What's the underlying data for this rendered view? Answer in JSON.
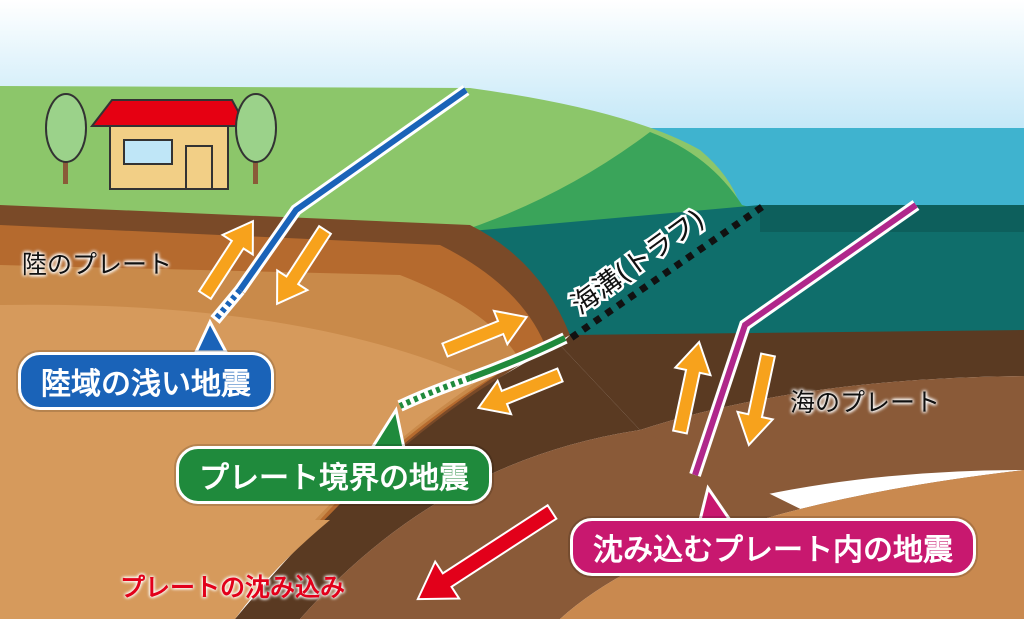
{
  "labels": {
    "land_plate": "陸のプレート",
    "ocean_plate": "海のプレート",
    "trench": "海溝(トラフ)",
    "subduction": "プレートの沈み込み"
  },
  "bubbles": {
    "shallow_inland": "陸域の浅い地震",
    "plate_boundary": "プレート境界の地震",
    "intraslab": "沈み込むプレート内の地震"
  },
  "colors": {
    "sky_top": "#ffffff",
    "sky_bottom": "#bfe6f7",
    "land_green": "#8cc66a",
    "slope_green": "#3aa45a",
    "sea_surface": "#3fb3cf",
    "sea_deep": "#0f6e6b",
    "blue_fault": "#1a63b8",
    "green_fault": "#1f8a3c",
    "magenta_fault": "#b0278b",
    "arrow_orange": "#f7a21c",
    "arrow_red": "#e2001a",
    "bubble_blue": "#1a63b8",
    "bubble_green": "#1f8a3c",
    "bubble_magenta": "#c8186f"
  },
  "icons": [
    "house-icon",
    "tree-icon",
    "tree-icon"
  ]
}
